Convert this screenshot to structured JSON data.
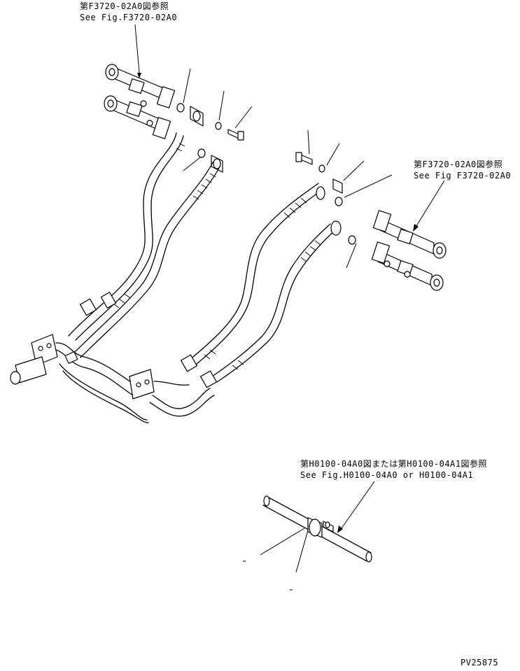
{
  "callouts": {
    "top_left": {
      "jp": "第F3720-02A0図参照",
      "en": "See Fig.F3720-02A0"
    },
    "right": {
      "jp": "第F3720-02A0図参照",
      "en": "See Fig F3720-02A0"
    },
    "bottom": {
      "jp": "第H0100-04A0図または第H0100-04A1図参照",
      "en": "See Fig.H0100-04A0 or H0100-04A1"
    }
  },
  "drawing_number": "PV25875"
}
